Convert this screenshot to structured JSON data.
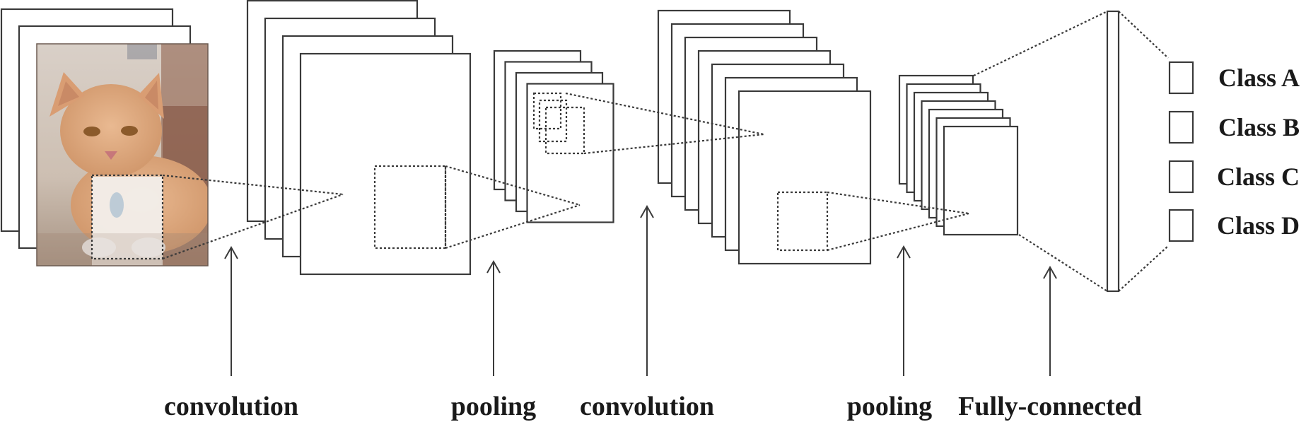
{
  "diagram": {
    "title": "Convolutional neural network architecture",
    "input": {
      "description": "photo of an orange tabby cat",
      "stack_count": 3
    },
    "layers": [
      {
        "id": "conv1",
        "type": "feature-maps",
        "stack_count": 4
      },
      {
        "id": "pool1",
        "type": "feature-maps",
        "stack_count": 4
      },
      {
        "id": "conv2",
        "type": "feature-maps",
        "stack_count": 7
      },
      {
        "id": "pool2",
        "type": "feature-maps",
        "stack_count": 7
      },
      {
        "id": "fc",
        "type": "vector"
      }
    ],
    "stage_labels": [
      {
        "id": "convolution-1",
        "text": "convolution"
      },
      {
        "id": "pooling-1",
        "text": "pooling"
      },
      {
        "id": "convolution-2",
        "text": "convolution"
      },
      {
        "id": "pooling-2",
        "text": "pooling"
      },
      {
        "id": "fully-connected",
        "text": "Fully-connected"
      }
    ],
    "outputs": [
      {
        "label": "Class A"
      },
      {
        "label": "Class B"
      },
      {
        "label": "Class C"
      },
      {
        "label": "Class D"
      }
    ],
    "colors": {
      "stroke": "#3a3a3a",
      "text": "#1a1a1a",
      "background": "#ffffff"
    }
  }
}
